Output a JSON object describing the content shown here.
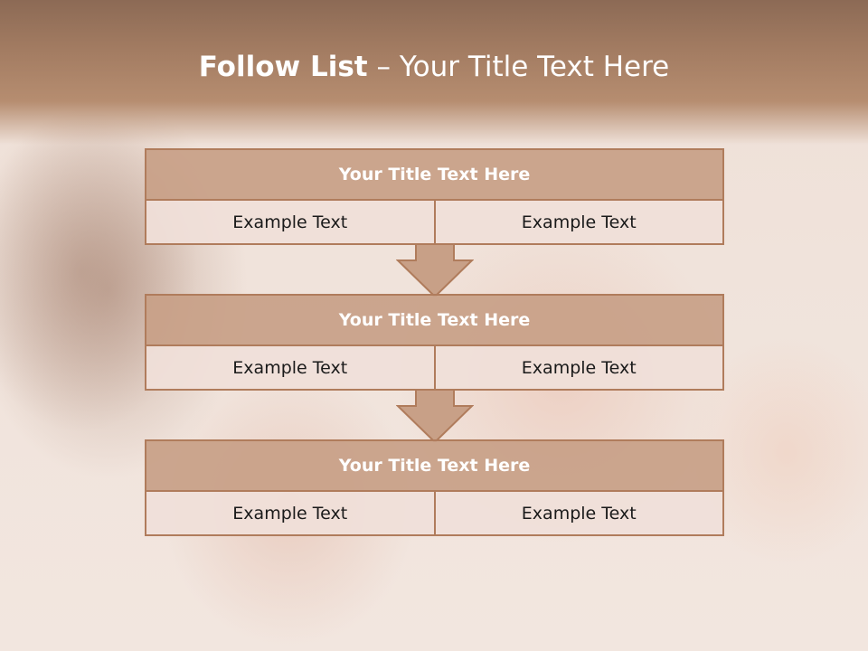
{
  "header": {
    "title_bold": "Follow List",
    "title_rest": " – Your Title Text Here"
  },
  "boxes": [
    {
      "title": "Your Title Text Here",
      "left": "Example Text",
      "right": "Example Text"
    },
    {
      "title": "Your Title Text Here",
      "left": "Example Text",
      "right": "Example Text"
    },
    {
      "title": "Your Title Text Here",
      "left": "Example Text",
      "right": "Example Text"
    }
  ],
  "colors": {
    "header_band": "#a37c62",
    "box_border": "#b07c5c",
    "box_title_fill": "#c8a087",
    "cell_fill": "#f0e0d9",
    "arrow_fill": "#c8a087"
  }
}
